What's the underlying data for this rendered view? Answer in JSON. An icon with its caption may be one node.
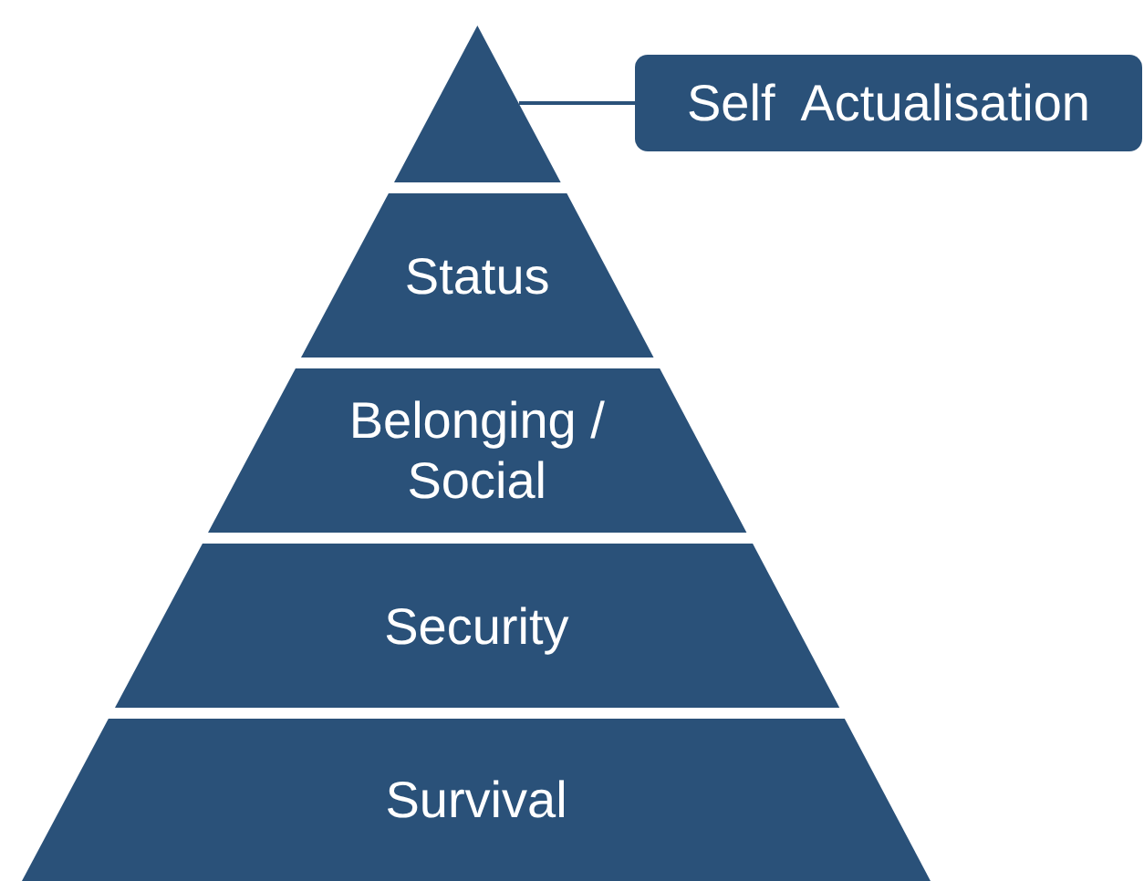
{
  "diagram": {
    "nodes": [
      {
        "text": [],
        "shape": "triangle"
      },
      {
        "text": [
          "Self  Actualisation"
        ]
      },
      {
        "text": [
          "Status"
        ]
      },
      {
        "text": [
          "Belonging / Social"
        ]
      },
      {
        "text": [
          "Security"
        ]
      },
      {
        "text": [
          "Survival"
        ]
      }
    ],
    "edges": [
      {
        "from": 1,
        "to": 0,
        "arrow": "none"
      }
    ]
  }
}
